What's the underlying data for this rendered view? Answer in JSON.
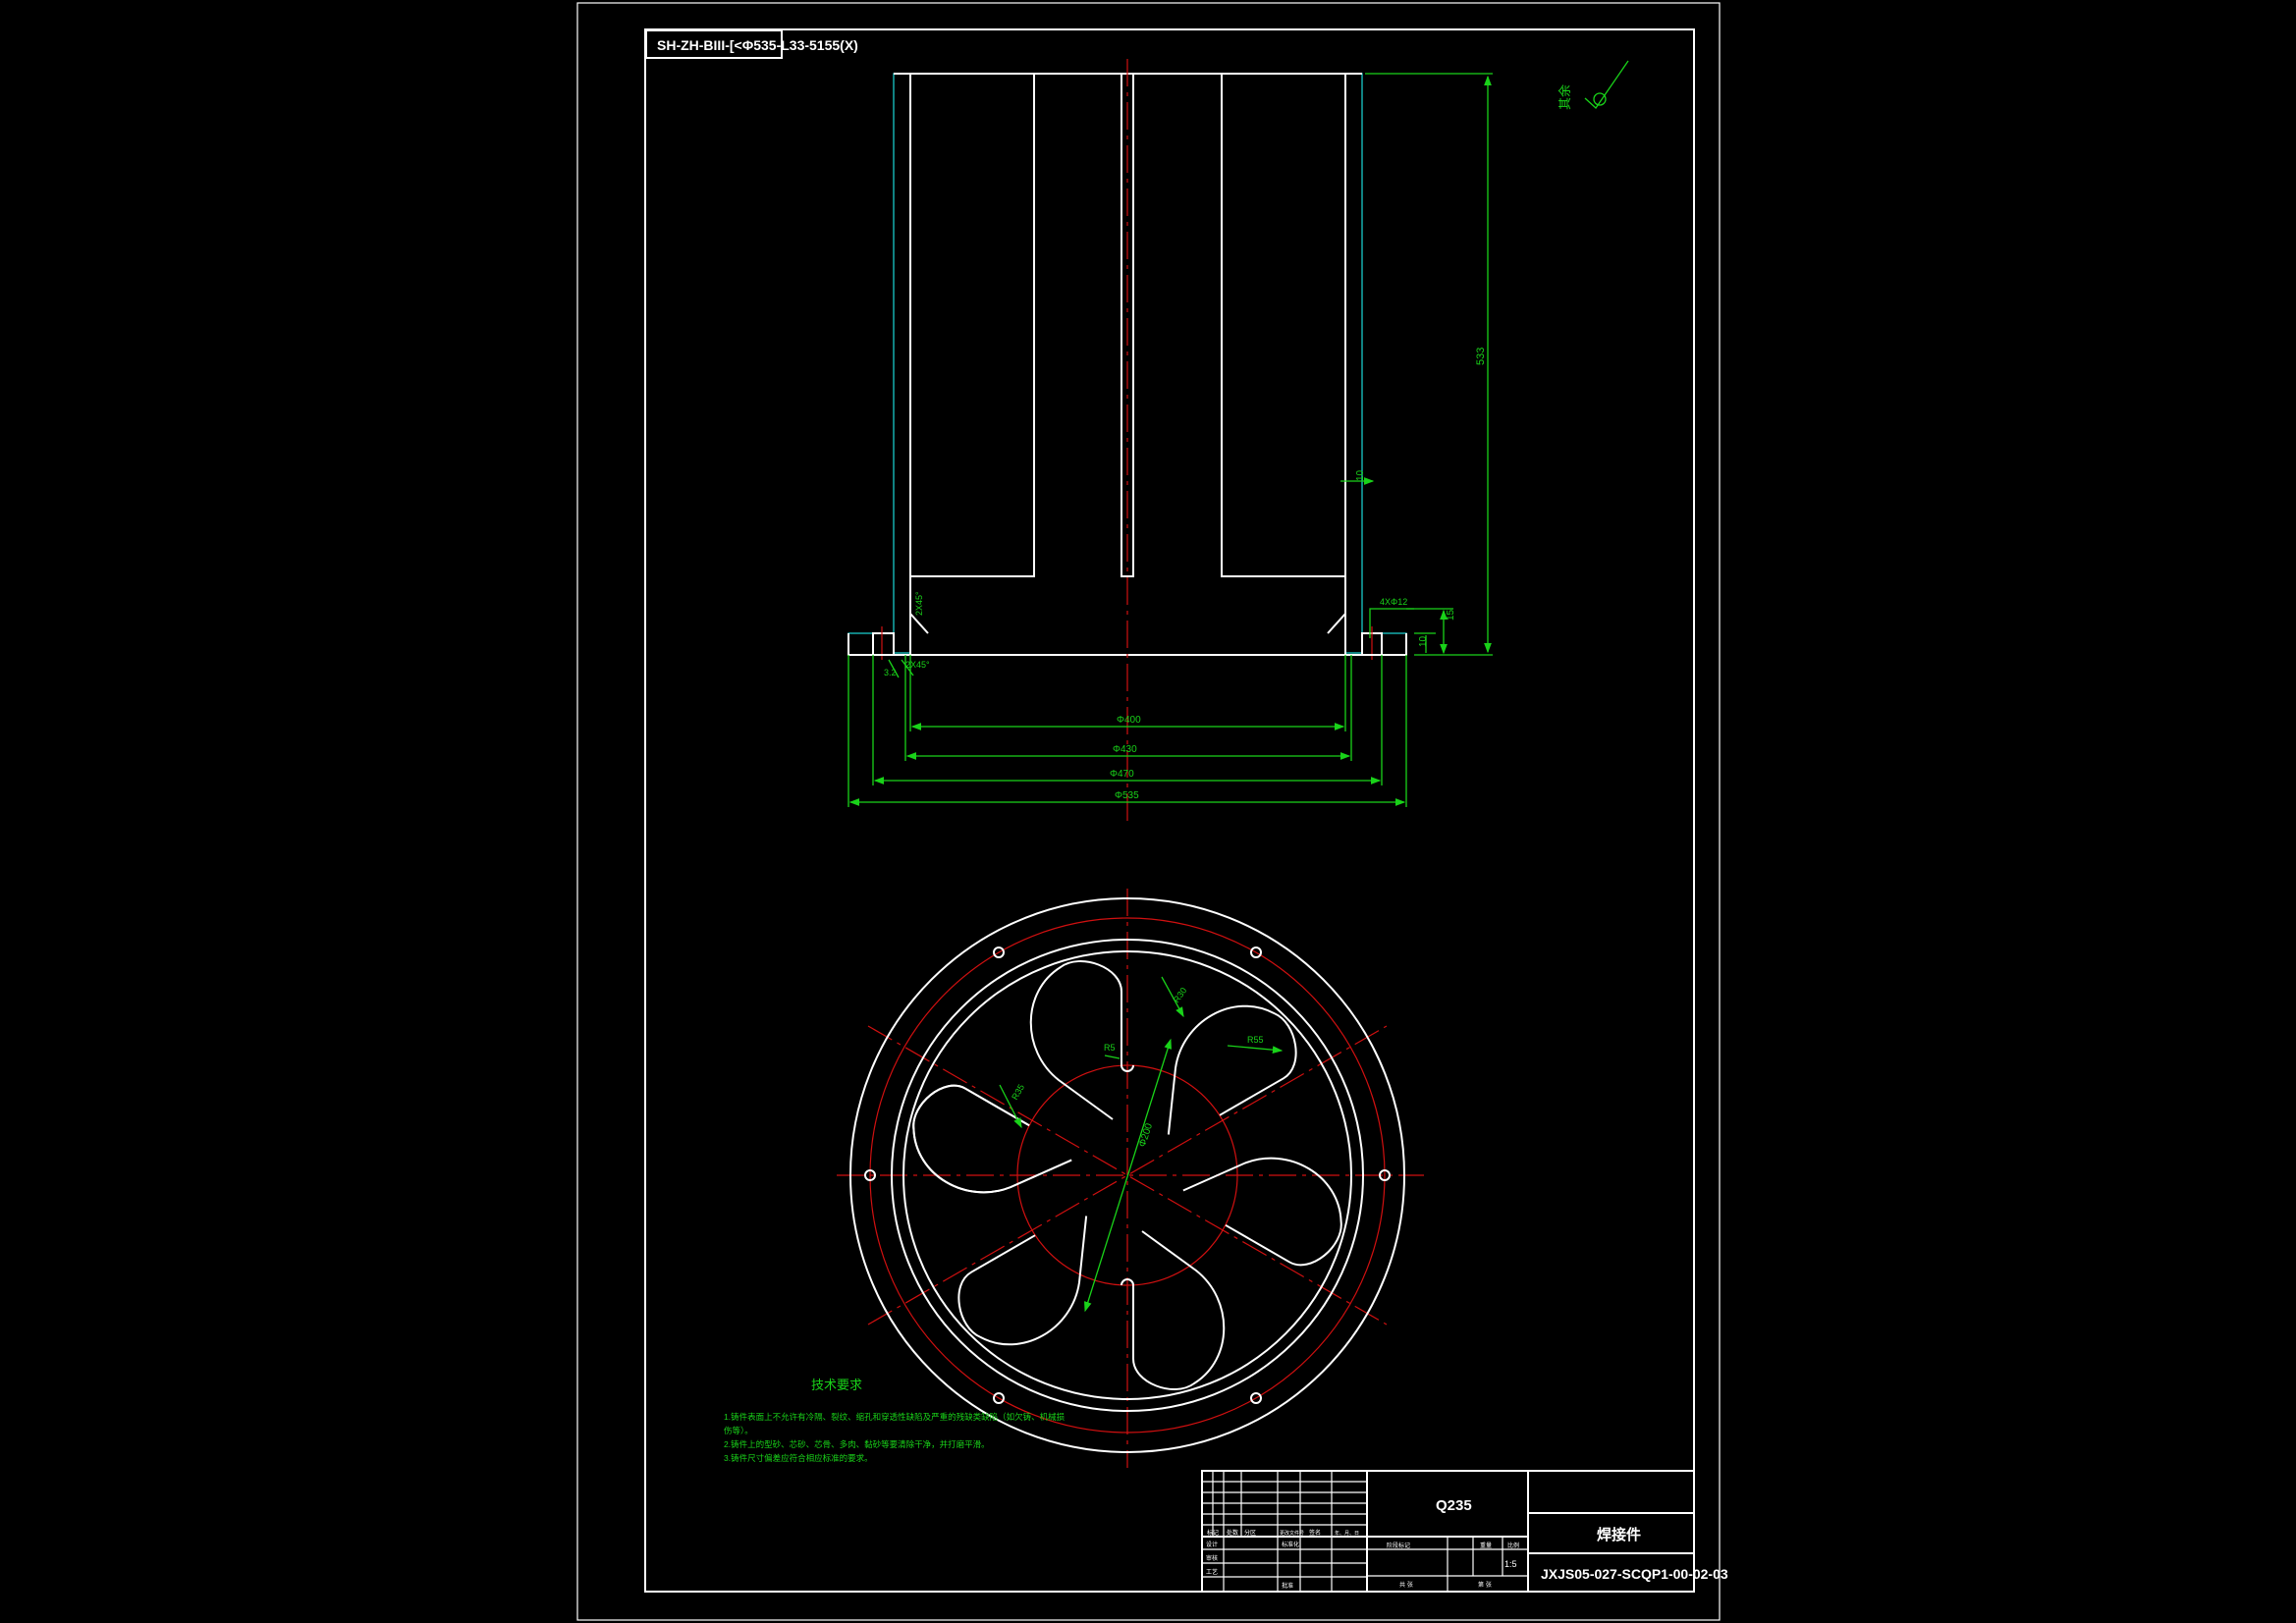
{
  "drawing": {
    "code_box": "SH-ZH-BIII-[<Φ535-L33-5155(X)",
    "surface_note": "其余",
    "tech_req_title": "技术要求",
    "tech_req_lines": [
      "1.铸件表面上不允许有冷隔、裂纹、缩孔和穿透性缺陷及严重的残缺类缺陷（如欠铸、机械损",
      "伤等）。",
      "2.铸件上的型砂、芯砂、芯骨、多肉、黏砂等要清除干净，并打磨平滑。",
      "3.铸件尺寸偏差应符合相应标准的要求。"
    ],
    "dims": {
      "height": "533",
      "d1": "Φ400",
      "d2": "Φ430",
      "d3": "Φ470",
      "d4": "Φ535",
      "flange_h": "15",
      "wall": "10",
      "chamfer": "2X45°",
      "bolt_dia": "4XΦ12",
      "r1": "R35",
      "r2": "R55",
      "r3": "R30",
      "r4": "R5",
      "center_dia": "Φ200",
      "angle": "3.2"
    },
    "title_block": {
      "part_name": "焊接件",
      "material": "Q235",
      "drawing_no": "JXJS05-027-SCQP1-00-02-03",
      "scale": "1:5",
      "header_cells": [
        "标记",
        "处数",
        "分区",
        "更改文件号",
        "签名",
        "年、月、日"
      ],
      "row_labels": [
        "设计",
        "审核",
        "工艺",
        "标准化",
        "批准"
      ],
      "stage_cells": [
        "阶段标记",
        "重量",
        "比例"
      ],
      "sheet_cells": [
        "共 张",
        "第 张"
      ]
    }
  }
}
